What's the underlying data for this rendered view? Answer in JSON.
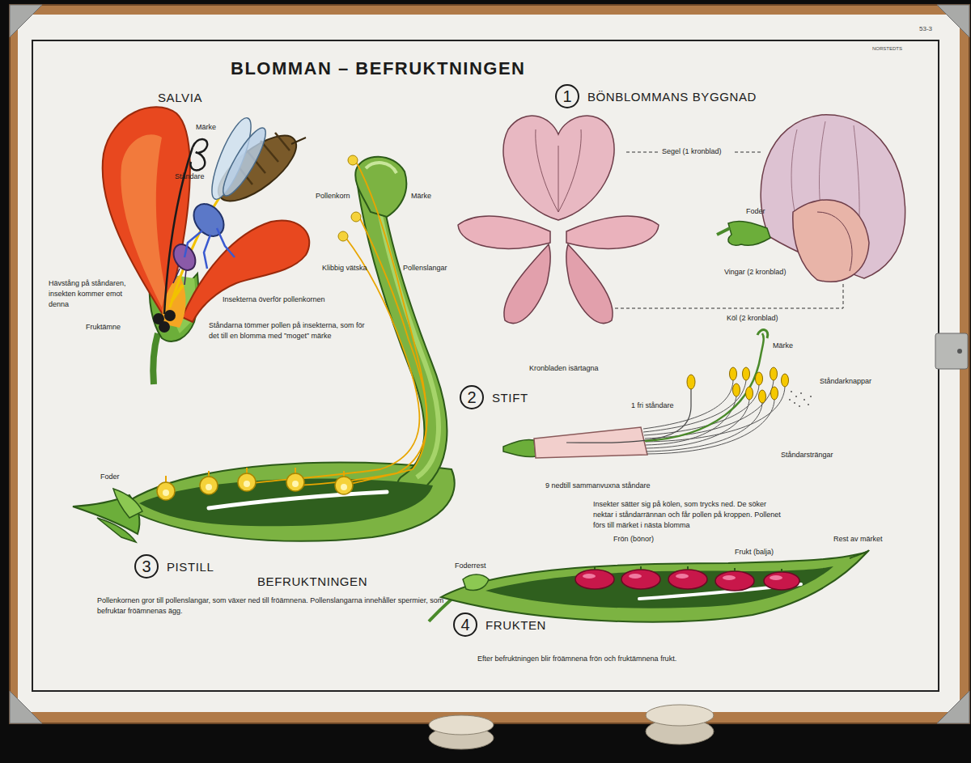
{
  "diagram": {
    "title": "BLOMMAN – BEFRUKTNINGEN",
    "nodes": [
      {
        "text": [
          "1",
          "BÖNBLOMMANS BYGGNAD"
        ]
      },
      {
        "text": [
          "2",
          "STIFT"
        ]
      },
      {
        "text": [
          "3",
          "PISTILL"
        ]
      },
      {
        "text": [
          "4",
          "FRUKTEN"
        ]
      }
    ],
    "labels": [
      "53-3",
      "NORSTEDTS",
      "SALVIA",
      "Märke",
      "Ståndare",
      "Hävstång på ståndaren, insekten kommer emot denna",
      "Fruktämne",
      "Insekterna överför pollenkornen",
      "Ståndarna tömmer pollen på insekterna, som för det till en blomma med ”moget” märke",
      "Pollenkorn",
      "Märke",
      "Klibbig vätska",
      "Pollenslangar",
      "Foder",
      "BEFRUKTNINGEN",
      "Pollenkornen gror till pollenslangar, som växer ned till fröämnena. Pollenslangarna innehåller spermier, som befruktar fröämnenas ägg.",
      "Segel (1 kronblad)",
      "Foder",
      "Vingar (2 kronblad)",
      "Köl (2 kronblad)",
      "Kronbladen isärtagna",
      "Märke",
      "Ståndarknappar",
      "1 fri ståndare",
      "Ståndarsträngar",
      "9 nedtill sammanvuxna ståndare",
      "Insekter sätter sig på kölen, som trycks ned. De söker nektar i ståndarrännan och får pollen på kroppen. Pollenet förs till märket i nästa blomma",
      "Frön (bönor)",
      "Rest av märket",
      "Frukt (balja)",
      "Foderrest",
      "Efter befruktningen blir fröämnena frön och fruktämnena frukt."
    ]
  }
}
